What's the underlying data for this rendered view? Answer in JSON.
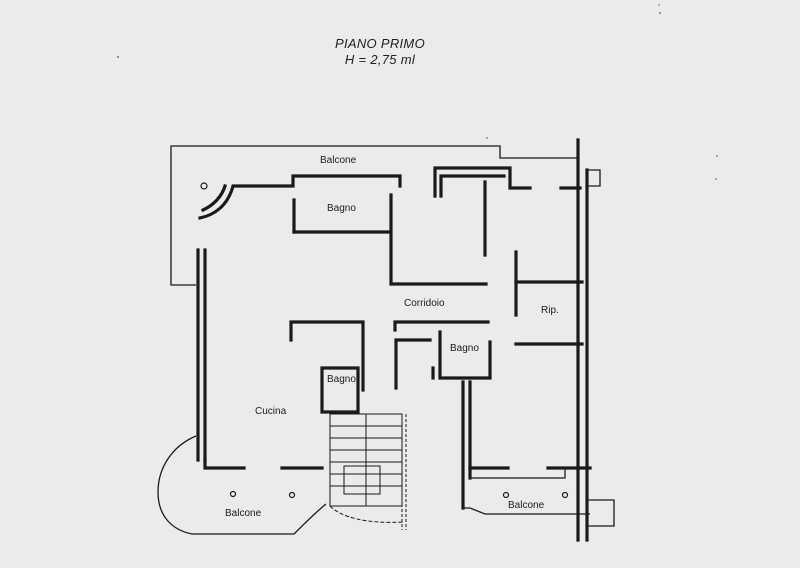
{
  "header": {
    "floor": "PIANO PRIMO",
    "height": "H = 2,75 ml"
  },
  "rooms": {
    "balcone_top": "Balcone",
    "bagno_1": "Bagno",
    "corridoio": "Corridoio",
    "rip": "Rip.",
    "bagno_2": "Bagno",
    "bagno_3": "Bagno",
    "cucina": "Cucina",
    "balcone_left": "Balcone",
    "balcone_right": "Balcone"
  }
}
